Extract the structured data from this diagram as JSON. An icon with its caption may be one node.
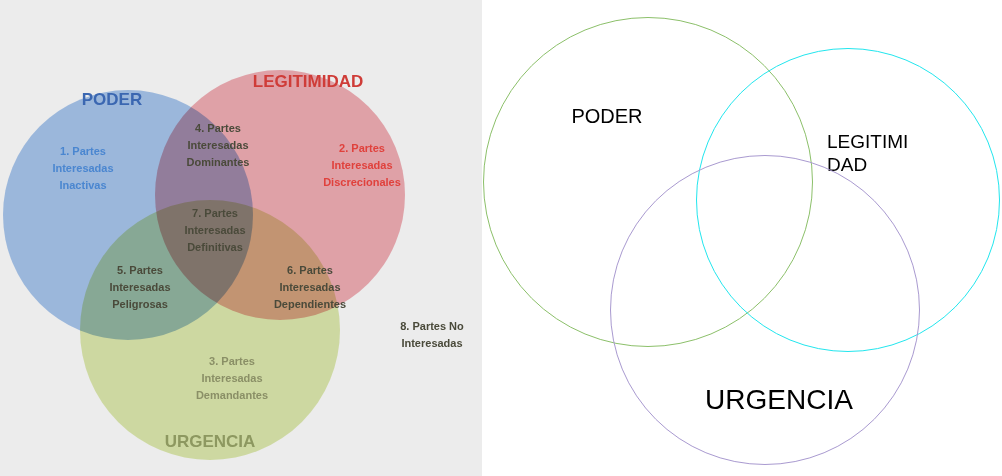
{
  "diagram": {
    "nodes": [
      {
        "text": [
          "PODER"
        ]
      },
      {
        "text": [
          "LEGITIMIDAD"
        ]
      },
      {
        "text": [
          "URGENCIA"
        ]
      },
      {
        "text": [
          "PODER"
        ]
      },
      {
        "text": [
          "LEGITIMI DAD"
        ]
      },
      {
        "text": [
          "URGENCIA"
        ]
      }
    ],
    "labels": [
      "1. Partes Interesadas Inactivas",
      "4. Partes Interesadas Dominantes",
      "2. Partes Interesadas Discrecionales",
      "7. Partes Interesadas Definitivas",
      "5. Partes Interesadas Peligrosas",
      "6. Partes Interesadas Dependientes",
      "8. Partes No Interesadas",
      "3. Partes Interesadas Demandantes"
    ]
  }
}
